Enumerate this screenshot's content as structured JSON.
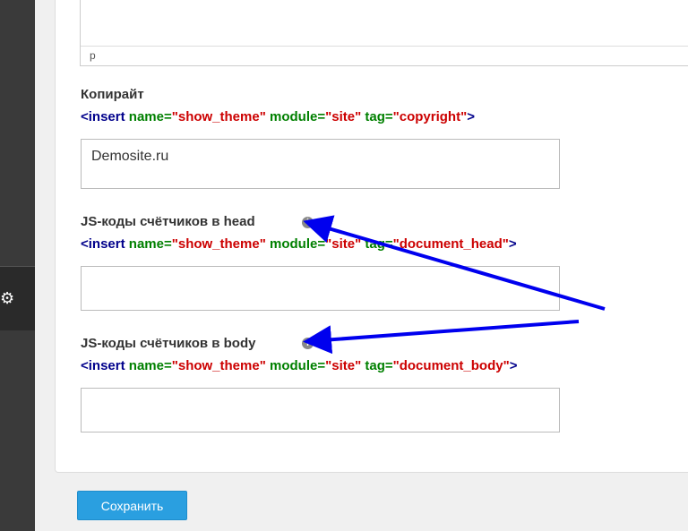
{
  "editor": {
    "status_text": "p"
  },
  "copyright": {
    "label": "Копирайт",
    "code": {
      "open": "<insert",
      "attr1": "name=",
      "val1": "\"show_theme\"",
      "attr2": "module=",
      "val2": "\"site\"",
      "attr3": "tag=",
      "val3": "\"copyright\"",
      "close": ">"
    },
    "value": "Demosite.ru"
  },
  "js_head": {
    "label": "JS-коды счётчиков в head",
    "code": {
      "open": "<insert",
      "attr1": "name=",
      "val1": "\"show_theme\"",
      "attr2": "module=",
      "val2": "\"site\"",
      "attr3": "tag=",
      "val3": "\"document_head\"",
      "close": ">"
    },
    "value": ""
  },
  "js_body": {
    "label": "JS-коды счётчиков в body",
    "code": {
      "open": "<insert",
      "attr1": "name=",
      "val1": "\"show_theme\"",
      "attr2": "module=",
      "val2": "\"site\"",
      "attr3": "tag=",
      "val3": "\"document_body\"",
      "close": ">"
    },
    "value": ""
  },
  "actions": {
    "save_label": "Сохранить"
  },
  "icons": {
    "sidebar": "gear-icon",
    "hint": "info-icon"
  },
  "colors": {
    "accent": "#2a9fe0",
    "arrow": "#0000ee",
    "code_tag": "#00008b",
    "code_attr": "#008000",
    "code_value": "#cc0000"
  }
}
